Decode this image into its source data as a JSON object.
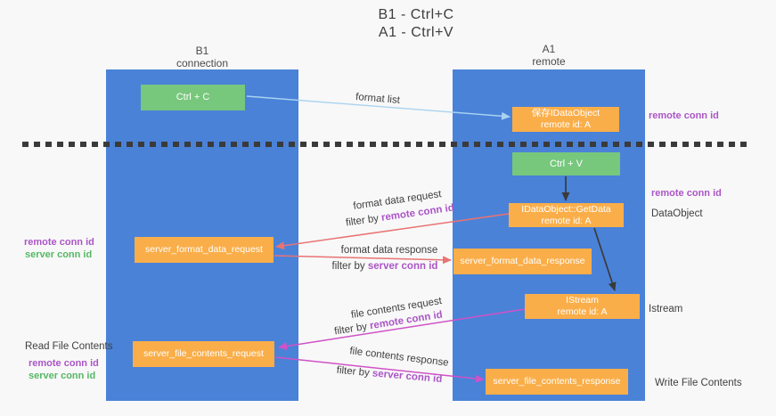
{
  "title": {
    "line1": "B1 - Ctrl+C",
    "line2": "A1 - Ctrl+V"
  },
  "columns": {
    "left": {
      "name": "B1",
      "role": "connection"
    },
    "right": {
      "name": "A1",
      "role": "remote"
    }
  },
  "nodes": {
    "ctrl_c": {
      "label": "Ctrl + C"
    },
    "save_dataobject": {
      "line1": "保存IDataObject",
      "line2": "remote id: A"
    },
    "ctrl_v": {
      "label": "Ctrl + V"
    },
    "getdata": {
      "line1": "IDataObject::GetData",
      "line2": "remote id: A"
    },
    "server_format_data_request": {
      "label": "server_format_data_request"
    },
    "server_format_data_response": {
      "label": "server_format_data_response"
    },
    "istream": {
      "line1": "IStream",
      "line2": "remote id: A"
    },
    "server_file_contents_request": {
      "label": "server_file_contents_request"
    },
    "server_file_contents_response": {
      "label": "server_file_contents_response"
    }
  },
  "arrow_labels": {
    "format_list": "format list",
    "format_data_request": "format data request",
    "format_request_filter_prefix": "filter by ",
    "format_request_filter_id": "remote conn id",
    "format_data_response": "format data response",
    "format_response_filter_prefix": "filter by ",
    "format_response_filter_id": "server conn id",
    "file_contents_request": "file contents request",
    "file_request_filter_prefix": "filter by ",
    "file_request_filter_id": "remote conn id",
    "file_contents_response": "file contents response",
    "file_response_filter_prefix": "filter by ",
    "file_response_filter_id": "server conn id"
  },
  "side_labels": {
    "right_remote_conn_top": "remote conn id",
    "right_remote_conn_mid": "remote conn id",
    "dataobject": "DataObject",
    "istream": "Istream",
    "write_file_contents": "Write File Contents",
    "left_remote_conn_top": "remote conn id",
    "left_server_conn_top": "server conn id",
    "read_file_contents": "Read File Contents",
    "left_remote_conn_bottom": "remote conn id",
    "left_server_conn_bottom": "server conn id"
  },
  "colors": {
    "column_blue": "#4A82D8",
    "box_green": "#77C77D",
    "box_orange": "#FAAE49",
    "arrow_lightblue": "#A9D3F1",
    "arrow_black": "#3A3A3A",
    "arrow_red": "#E97373",
    "arrow_magenta": "#D052C7",
    "text_purple": "#AB55C7",
    "text_green": "#55B864"
  }
}
